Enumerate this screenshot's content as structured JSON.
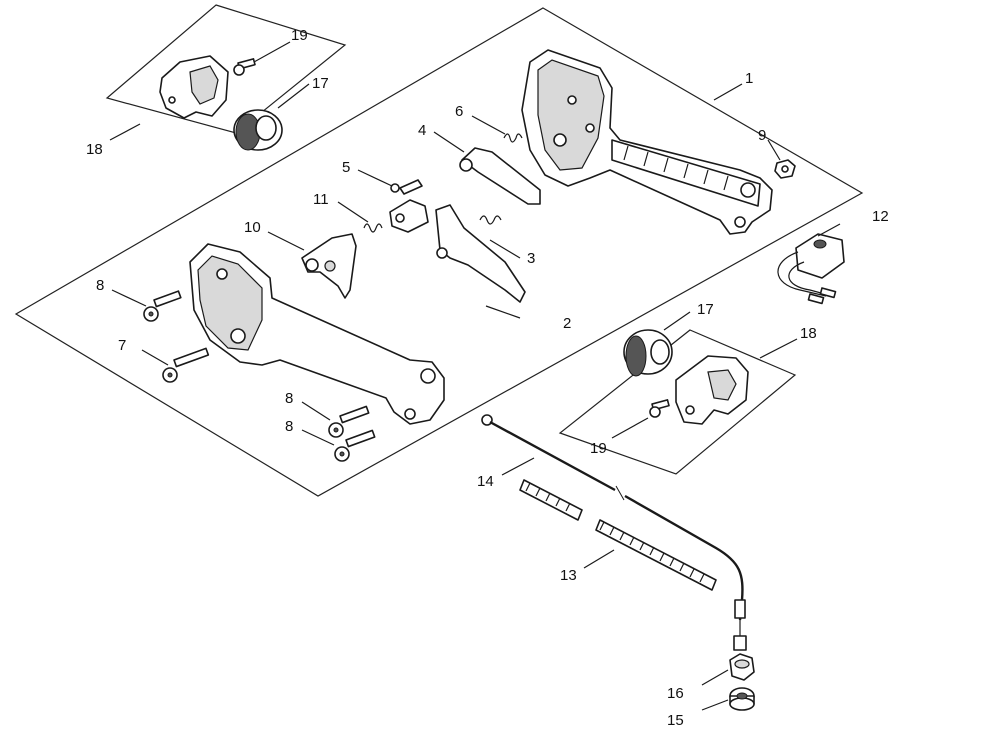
{
  "callouts": {
    "c1": "1",
    "c2": "2",
    "c3": "3",
    "c4": "4",
    "c5": "5",
    "c6": "6",
    "c7": "7",
    "c8a": "8",
    "c8b": "8",
    "c8c": "8",
    "c9": "9",
    "c10": "10",
    "c11": "11",
    "c12": "12",
    "c13": "13",
    "c14": "14",
    "c15": "15",
    "c16": "16",
    "c17a": "17",
    "c17b": "17",
    "c18a": "18",
    "c18b": "18",
    "c19a": "19",
    "c19b": "19"
  }
}
